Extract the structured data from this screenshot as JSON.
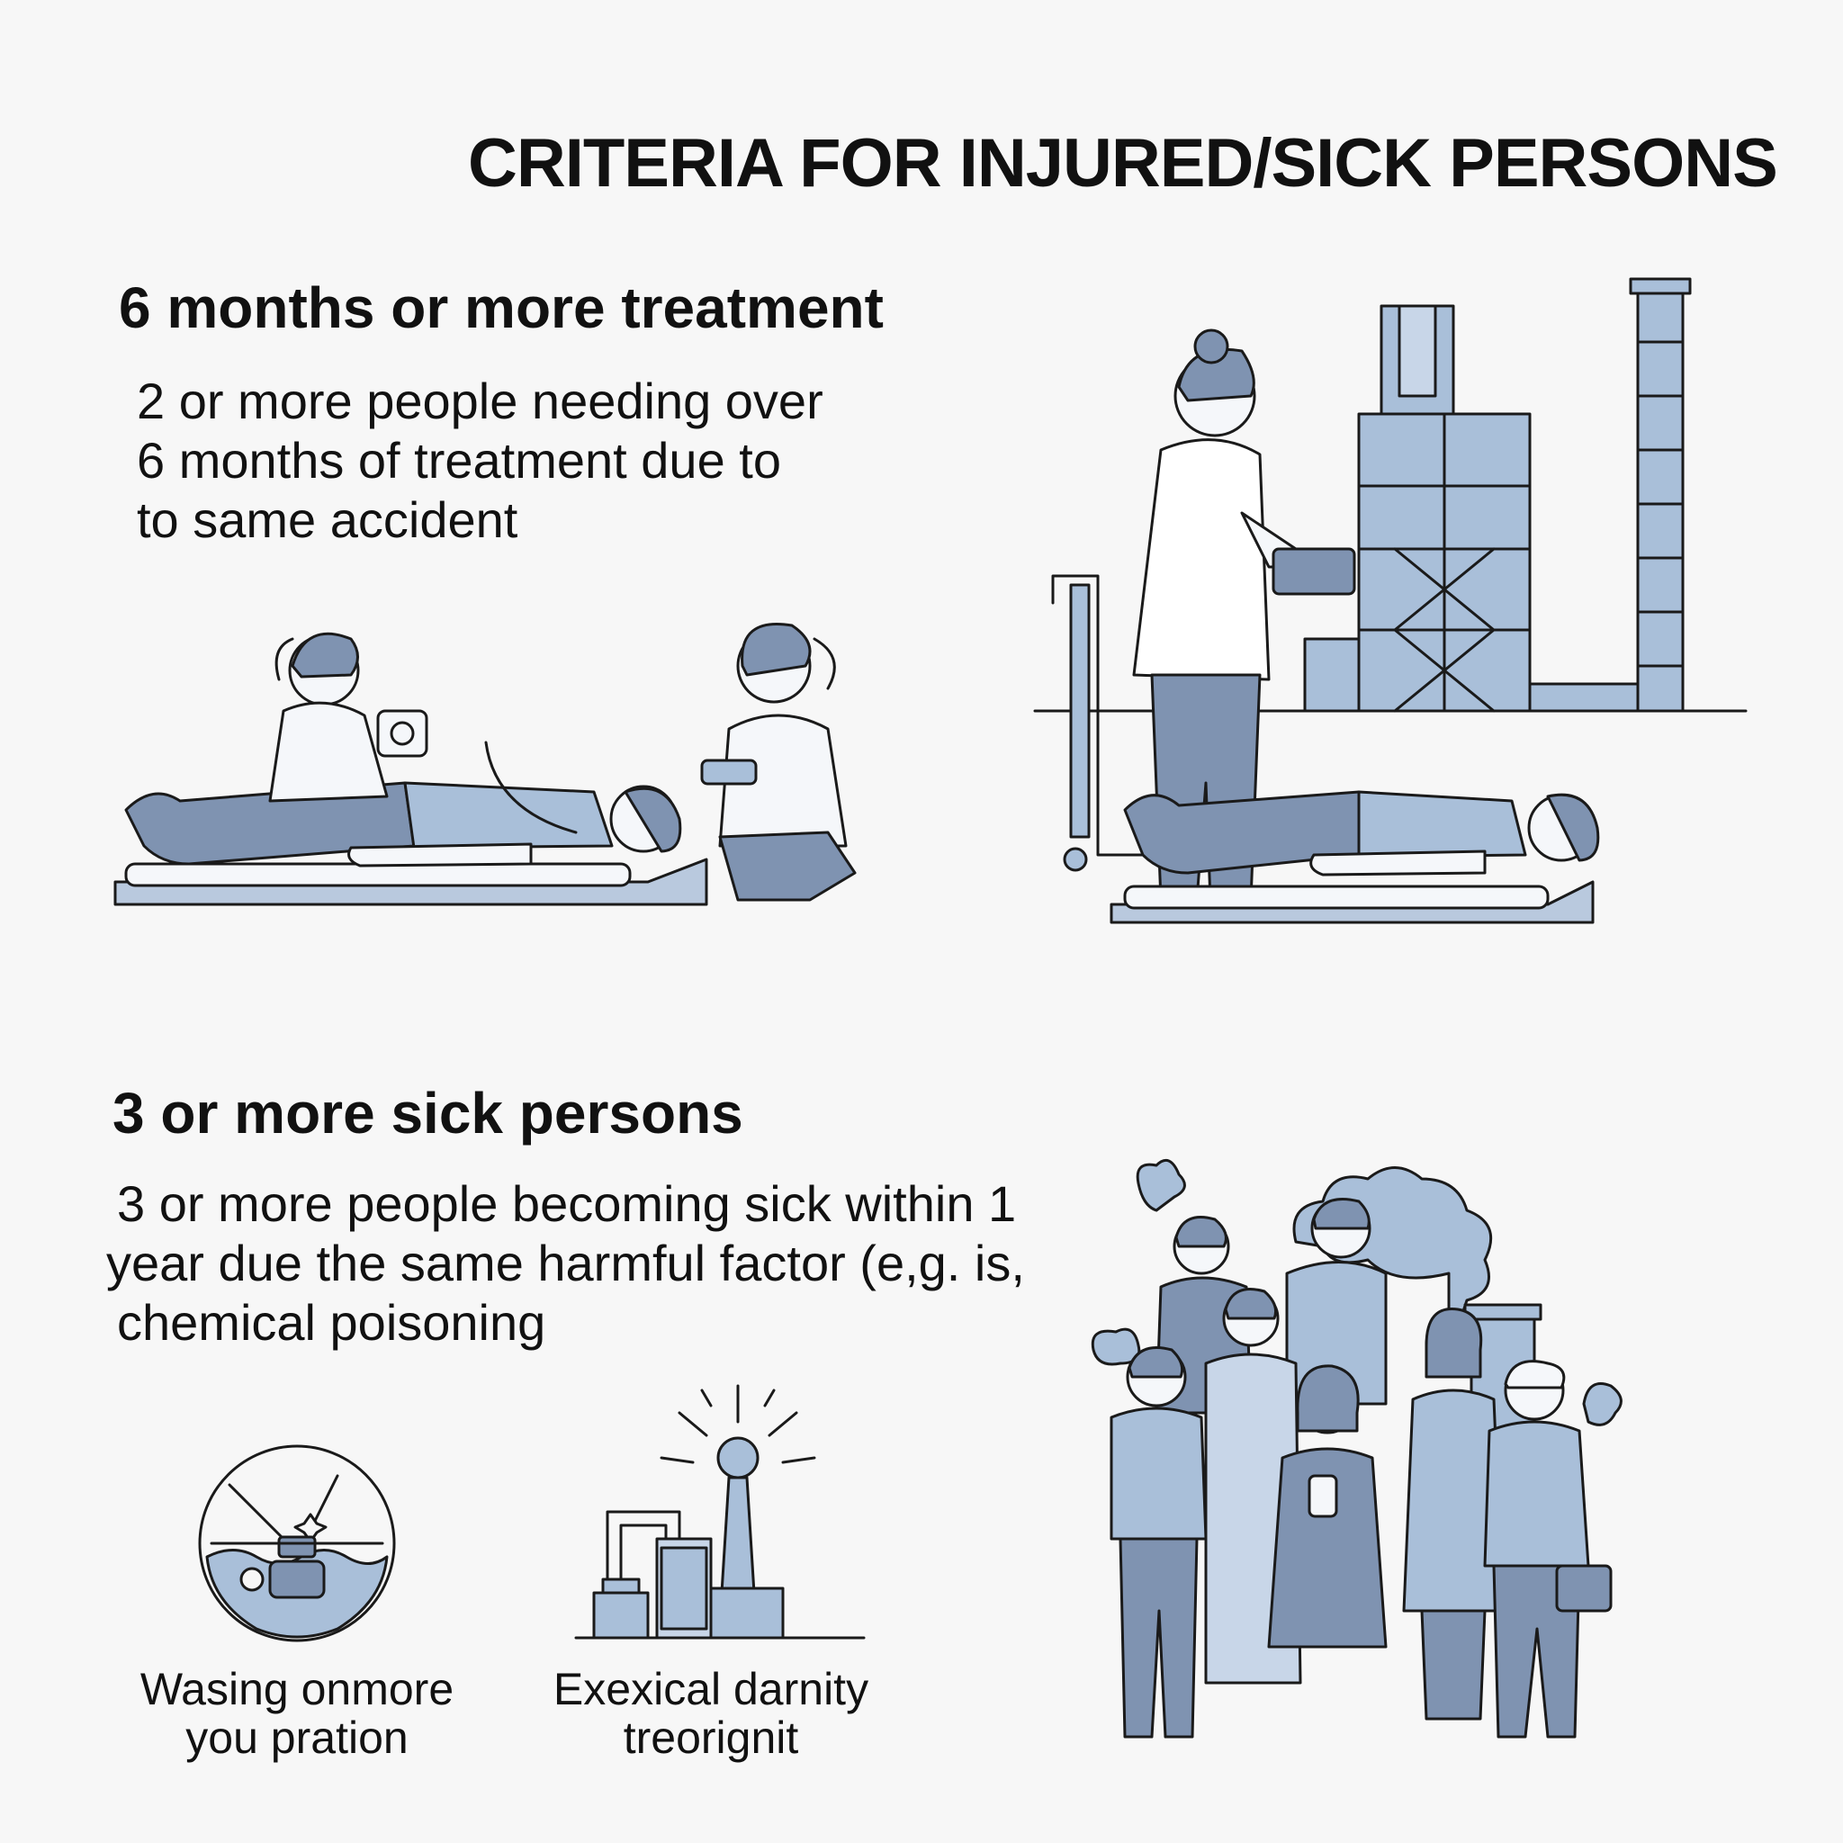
{
  "title": "CRITERIA FOR INJURED/SICK PERSONS",
  "section1": {
    "heading": "6 months or more treatment",
    "lines": [
      "2 or more people needing over",
      "6 months of treatment due to",
      "to same accident"
    ]
  },
  "section2": {
    "heading": "3 or more sick persons",
    "lines": [
      "3 or more people becoming sick within 1",
      "year due the same harmful factor (e,g. is,",
      "chemical poisoning"
    ]
  },
  "icons": [
    {
      "icon": "water-contamination-icon",
      "lines": [
        "Wasing onmore",
        "you pration"
      ]
    },
    {
      "icon": "chemical-plant-icon",
      "lines": [
        "Exexical darnity",
        "treorignit"
      ]
    }
  ],
  "colors": {
    "accent_blue": "#a9bfd9",
    "dark_blue": "#7f93b1",
    "outline": "#1a1a1a",
    "background": "#f7f7f7"
  }
}
